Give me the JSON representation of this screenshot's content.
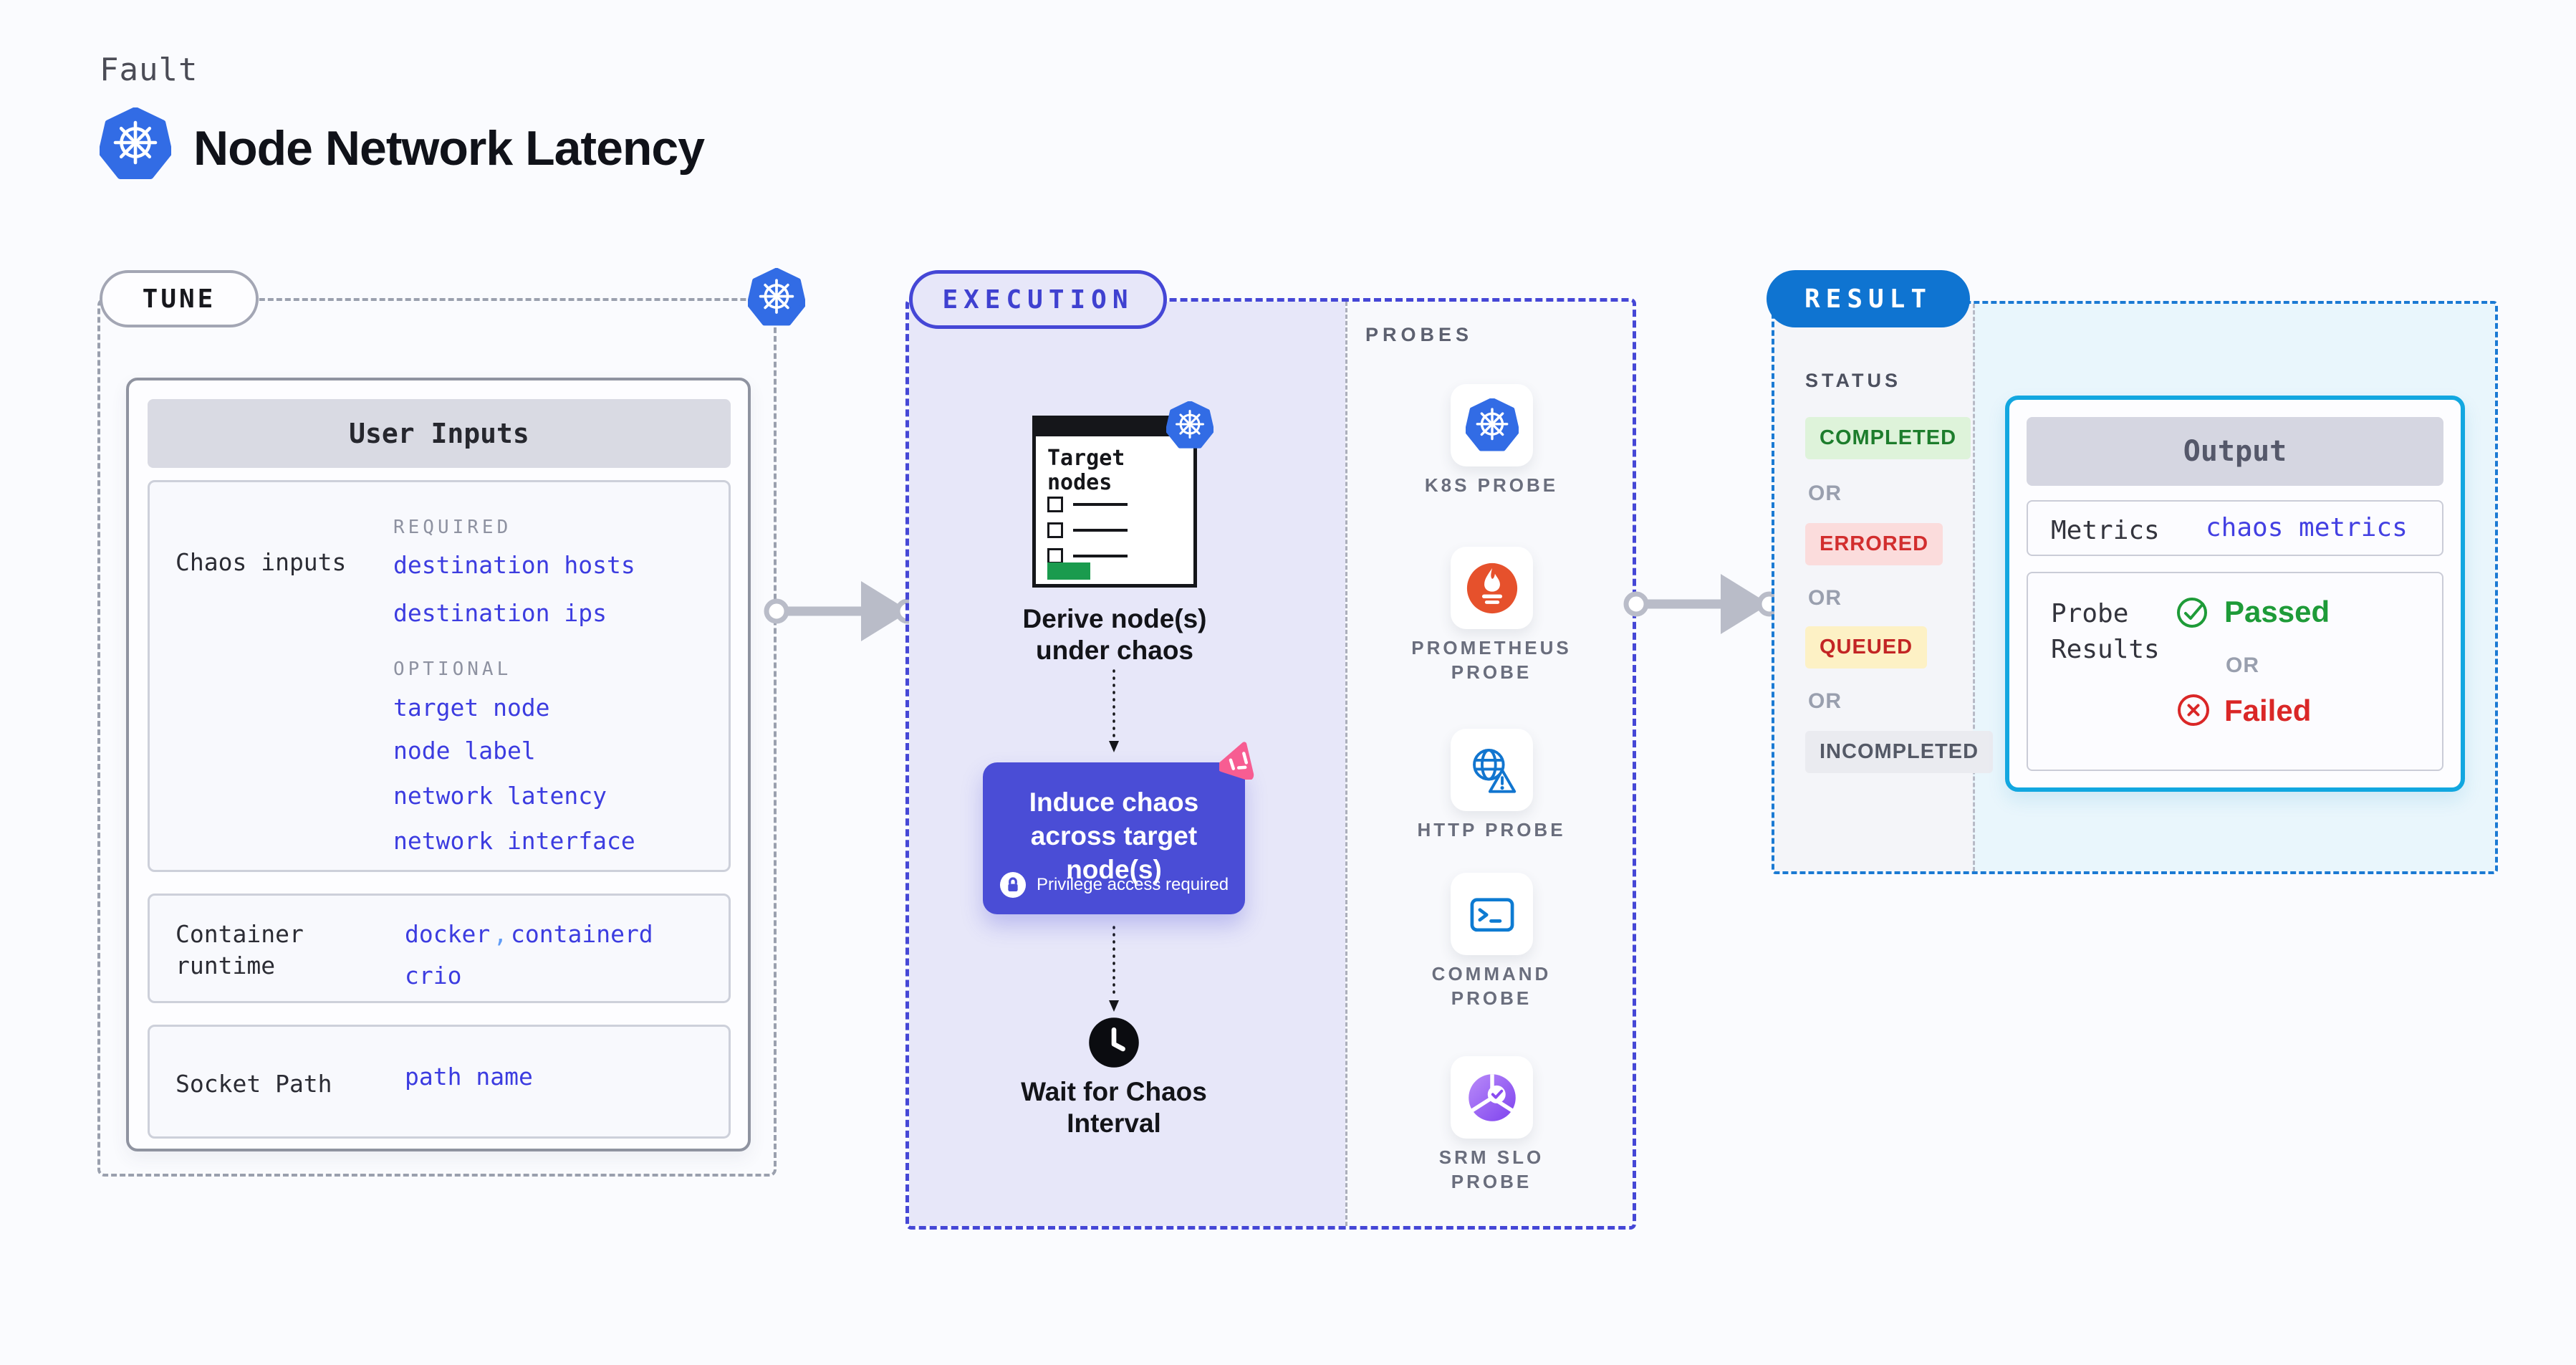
{
  "colors": {
    "page_bg": "#fafbfe",
    "kubernetes_blue": "#326ce5",
    "indigo_accent": "#4547d6",
    "lavender_bg": "#e7e7f9",
    "link_indigo": "#3c3ce0",
    "result_blue": "#0f74d1",
    "output_cyan_border": "#12a7e0",
    "cyan_bg": "#e9f6fc",
    "completed_green": "#1d7d2c",
    "errored_red": "#d22e2e",
    "queued_yellow_bg": "#fdf1c5",
    "passed_green": "#1e9b38",
    "failed_red": "#da2727",
    "litmus_pink": "#f75d92",
    "prometheus_orange": "#e6512c",
    "arrow_grey": "#b9bcc8",
    "target_green_bar": "#1a9b4e"
  },
  "header": {
    "eyebrow": "Fault",
    "title": "Node Network Latency"
  },
  "tune": {
    "pill": "TUNE",
    "user_inputs": {
      "title": "User Inputs",
      "chaos_inputs": {
        "label": "Chaos inputs",
        "required_heading": "REQUIRED",
        "required": [
          "destination hosts",
          "destination ips"
        ],
        "optional_heading": "OPTIONAL",
        "optional": [
          "target node",
          "node label",
          "network latency",
          "network interface"
        ]
      },
      "container_runtime": {
        "label": "Container runtime",
        "values": [
          "docker",
          "containerd",
          "crio"
        ],
        "separator": ","
      },
      "socket_path": {
        "label": "Socket Path",
        "value": "path name"
      }
    }
  },
  "execution": {
    "pill": "EXECUTION",
    "target_card_title": "Target nodes",
    "step_derive": "Derive node(s) under chaos",
    "step_induce": "Induce chaos across target node(s)",
    "privilege_badge": "Privilege access required",
    "step_wait": "Wait for Chaos Interval"
  },
  "probes": {
    "heading": "PROBES",
    "items": [
      {
        "label": "K8S PROBE",
        "icon": "kubernetes-icon"
      },
      {
        "label": "PROMETHEUS PROBE",
        "icon": "prometheus-icon"
      },
      {
        "label": "HTTP PROBE",
        "icon": "globe-alert-icon"
      },
      {
        "label": "COMMAND PROBE",
        "icon": "terminal-icon"
      },
      {
        "label": "SRM SLO PROBE",
        "icon": "slo-pie-icon"
      }
    ]
  },
  "result": {
    "pill": "RESULT",
    "status_heading": "STATUS",
    "or_separator": "OR",
    "statuses": [
      {
        "label": "COMPLETED"
      },
      {
        "label": "ERRORED"
      },
      {
        "label": "QUEUED"
      },
      {
        "label": "INCOMPLETED"
      }
    ],
    "output": {
      "title": "Output",
      "metrics_label": "Metrics",
      "metrics_link": "chaos metrics",
      "probe_results_label": "Probe Results",
      "passed": "Passed",
      "or": "OR",
      "failed": "Failed"
    }
  }
}
